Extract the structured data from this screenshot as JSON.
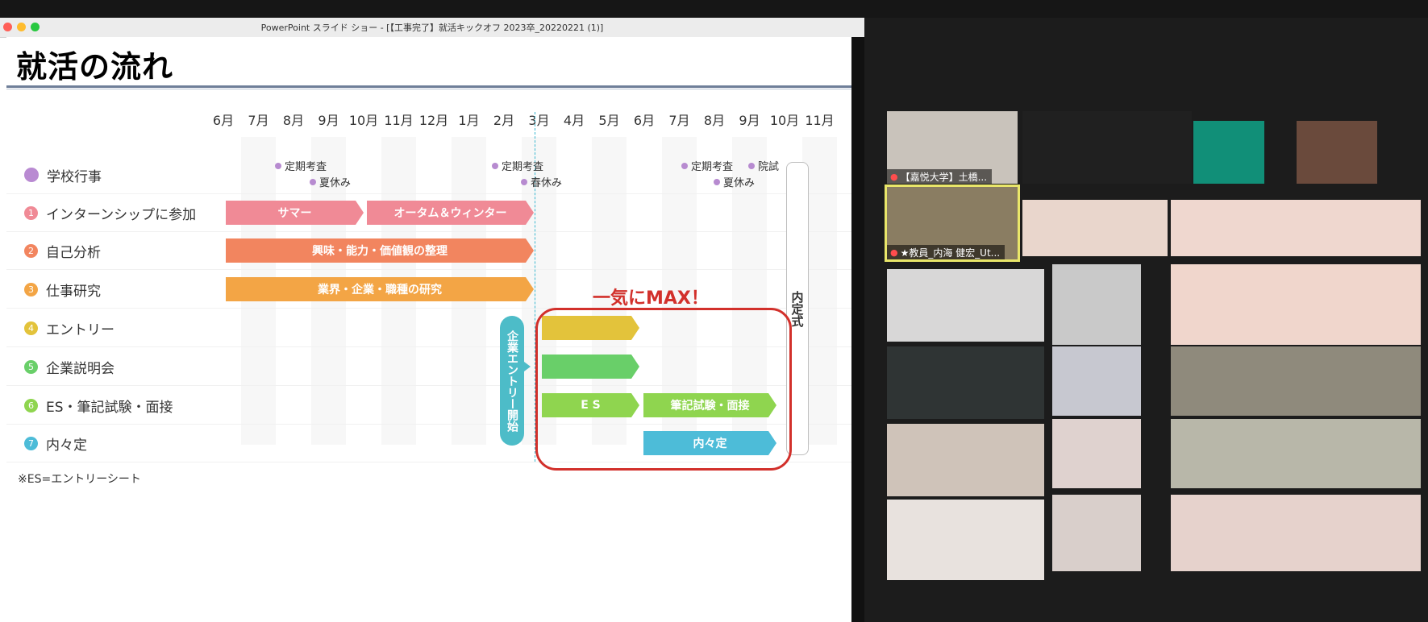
{
  "window": {
    "title": "PowerPoint スライド ショー - [【工事完了】就活キックオフ 2023卒_20220221 (1)]",
    "traffic_light_colors": [
      "#ff5f57",
      "#febc2e",
      "#28c840"
    ]
  },
  "slide": {
    "title": "就活の流れ",
    "months": [
      "6月",
      "7月",
      "8月",
      "9月",
      "10月",
      "11月",
      "12月",
      "1月",
      "2月",
      "3月",
      "4月",
      "5月",
      "6月",
      "7月",
      "8月",
      "9月",
      "10月",
      "11月"
    ],
    "rows": [
      {
        "marker": "",
        "label": "学校行事",
        "color": "#b98ad2"
      },
      {
        "marker": "1",
        "label": "インターンシップに参加",
        "color": "#f08a96"
      },
      {
        "marker": "2",
        "label": "自己分析",
        "color": "#f2855f"
      },
      {
        "marker": "3",
        "label": "仕事研究",
        "color": "#f3a545"
      },
      {
        "marker": "4",
        "label": "エントリー",
        "color": "#e3c33b"
      },
      {
        "marker": "5",
        "label": "企業説明会",
        "color": "#69cf69"
      },
      {
        "marker": "6",
        "label": "ES・筆記試験・面接",
        "color": "#8fd54f"
      },
      {
        "marker": "7",
        "label": "内々定",
        "color": "#4dbcd8"
      }
    ],
    "events": [
      "定期考査",
      "夏休み",
      "定期考査",
      "春休み",
      "定期考査",
      "院試",
      "夏休み"
    ],
    "bars": [
      {
        "label": "サマー",
        "color": "#f08a96"
      },
      {
        "label": "オータム＆ウィンター",
        "color": "#f08a96"
      },
      {
        "label": "興味・能力・価値観の整理",
        "color": "#f2855f"
      },
      {
        "label": "業界・企業・職種の研究",
        "color": "#f3a545"
      },
      {
        "label": "",
        "color": "#e3c33b"
      },
      {
        "label": "",
        "color": "#69cf69"
      },
      {
        "label": "E S",
        "color": "#8fd54f"
      },
      {
        "label": "筆記試験・面接",
        "color": "#8fd54f"
      },
      {
        "label": "内々定",
        "color": "#4dbcd8"
      }
    ],
    "entry_start": "企業エントリー開始",
    "ceremony": "内定式",
    "highlight": "一気にMAX！",
    "footnote": "※ES=エントリーシート"
  },
  "participants": [
    {
      "name": "【嘉悦大学】土橋..."
    },
    {
      "name": "★教員_内海 健宏_Ut..."
    }
  ]
}
